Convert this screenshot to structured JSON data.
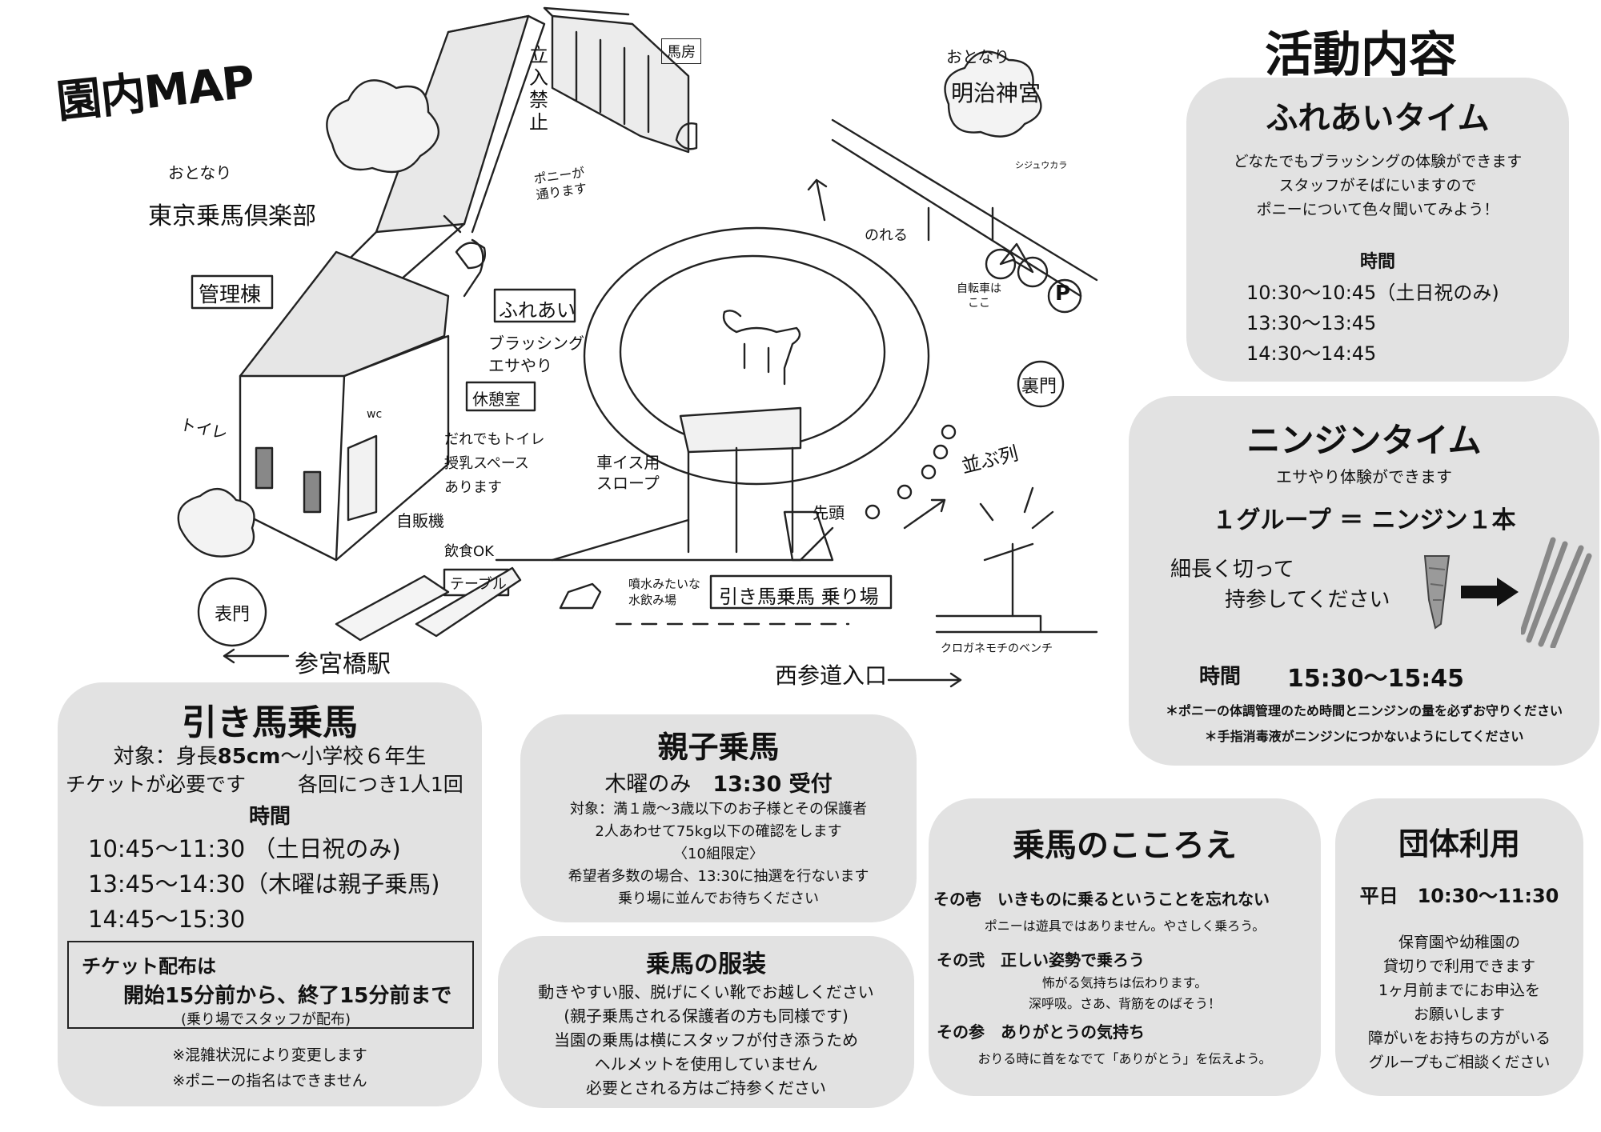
{
  "map": {
    "title": "園内MAP",
    "labels": {
      "neighbor1_pre": "おとなり",
      "neighbor1": "東京乗馬倶楽部",
      "neighbor2_pre": "おとなり",
      "neighbor2": "明治神宮",
      "bird": "シジュウカラ",
      "no_entry": [
        "立",
        "入",
        "禁",
        "止"
      ],
      "stable": "馬房",
      "pony_pass": [
        "ポニーが",
        "通ります"
      ],
      "admin": "管理棟",
      "toilet": "トイレ",
      "wc": "wc",
      "fureai": "ふれあい",
      "fureai_sub": [
        "ブラッシング",
        "エサやり"
      ],
      "rest": "休憩室",
      "rest_sub": [
        "だれでもトイレ",
        "授乳スペース",
        "あります"
      ],
      "vending": "自販機",
      "eating": "飲食OK",
      "table": "テーブル",
      "front_gate": "表門",
      "station": "参宮橋駅",
      "nobiro": "のれる",
      "bicycle": [
        "自転車は",
        "ここ"
      ],
      "parking": "P",
      "back_gate": "裏門",
      "line_up": "並ぶ列",
      "head": "先頭",
      "slope": [
        "車イス用",
        "スロープ"
      ],
      "fountain": [
        "噴水みたいな",
        "水飲み場"
      ],
      "riding_spot": "引き馬乗馬 乗り場",
      "west_entrance": "西参道入口",
      "bench": "クロガネモチのベンチ"
    }
  },
  "activity_title": "活動内容",
  "fureai_time": {
    "title": "ふれあいタイム",
    "desc": [
      "どなたでもブラッシングの体験ができます",
      "スタッフがそばにいますので",
      "ポニーについて色々聞いてみよう！"
    ],
    "time_label": "時間",
    "times": [
      "10:30〜10:45（土日祝のみ)",
      "13:30〜13:45",
      "14:30〜14:45"
    ]
  },
  "carrot_time": {
    "title": "ニンジンタイム",
    "desc": "エサやり体験ができます",
    "rule": "１グループ ＝ ニンジン１本",
    "cut_note": [
      "細長く切って",
      "持参してください"
    ],
    "time_label": "時間",
    "time": "15:30〜15:45",
    "notes": [
      "＊ポニーの体調管理のため時間とニンジンの量を必ずお守りください",
      "＊手指消毒液がニンジンにつかないようにしてください"
    ]
  },
  "hikiuma": {
    "title": "引き馬乗馬",
    "target_pre": "対象：身長",
    "target_bold": "85cm",
    "target_post": "〜小学校６年生",
    "ticket": "チケットが必要です",
    "per": "各回につき1人1回",
    "time_label": "時間",
    "times": [
      "10:45〜11:30 （土日祝のみ)",
      "13:45〜14:30（木曜は親子乗馬)",
      "14:45〜15:30"
    ],
    "dist_title": "チケット配布は",
    "dist_main": "開始15分前から、終了15分前まで",
    "dist_sub": "(乗り場でスタッフが配布)",
    "notes": [
      "※混雑状況により変更します",
      "※ポニーの指名はできません"
    ]
  },
  "oyako": {
    "title": "親子乗馬",
    "day": "木曜のみ",
    "accept": "13:30 受付",
    "lines": [
      "対象：満１歳〜3歳以下のお子様とその保護者",
      "2人あわせて75kg以下の確認をします",
      "〈10組限定〉",
      "希望者多数の場合、13:30に抽選を行ないます",
      "乗り場に並んでお待ちください"
    ]
  },
  "clothing": {
    "title": "乗馬の服装",
    "lines": [
      "動きやすい服、脱げにくい靴でお越しください",
      "(親子乗馬される保護者の方も同様です)",
      "当園の乗馬は横にスタッフが付き添うため",
      "ヘルメットを使用していません",
      "必要とされる方はご持参ください"
    ]
  },
  "kokoroe": {
    "title": "乗馬のこころえ",
    "items": [
      {
        "head": "その壱",
        "text": "いきものに乗るということを忘れない",
        "sub": [
          "ポニーは遊具ではありません。やさしく乗ろう。"
        ]
      },
      {
        "head": "その弐",
        "text": "正しい姿勢で乗ろう",
        "sub": [
          "怖がる気持ちは伝わります。",
          "深呼吸。さあ、背筋をのばそう！"
        ]
      },
      {
        "head": "その参",
        "text": "ありがとうの気持ち",
        "sub": [
          "おりる時に首をなでて「ありがとう」を伝えよう。"
        ]
      }
    ]
  },
  "group": {
    "title": "団体利用",
    "weekday": "平日",
    "time": "10:30〜11:30",
    "lines": [
      "保育園や幼稚園の",
      "貸切りで利用できます",
      "1ヶ月前までにお申込を",
      "お願いします",
      "障がいをお持ちの方がいる",
      "グループもご相談ください"
    ]
  }
}
